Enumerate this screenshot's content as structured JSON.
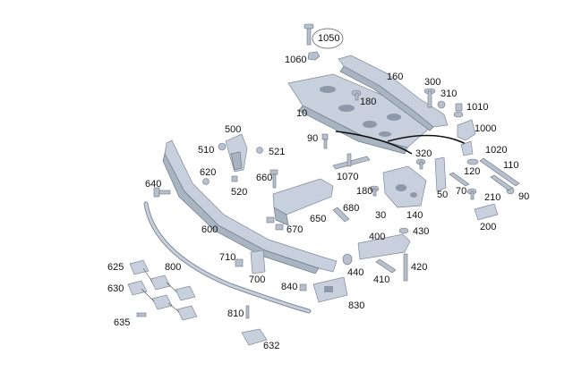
{
  "colors": {
    "part_fill": "#c7d0dc",
    "part_edge": "#7f8a99",
    "background": "#ffffff",
    "text": "#111111"
  },
  "parts": [
    {
      "id": "bolt-1050-callout",
      "label": "1050"
    },
    {
      "id": "nut-1060-callout",
      "label": "1060"
    },
    {
      "id": "bracket-160-callout",
      "label": "160"
    },
    {
      "id": "screw-300-callout",
      "label": "300"
    },
    {
      "id": "nut-310-callout",
      "label": "310"
    },
    {
      "id": "nut-1010-callout",
      "label": "1010"
    },
    {
      "id": "screw-180-top-callout",
      "label": "180"
    },
    {
      "id": "carrier-10-callout",
      "label": "10"
    },
    {
      "id": "bracket-1000-callout",
      "label": "1000"
    },
    {
      "id": "bolt-90-left-callout",
      "label": "90"
    },
    {
      "id": "bracket-500-callout",
      "label": "500"
    },
    {
      "id": "clip-510-callout",
      "label": "510"
    },
    {
      "id": "nut-521-callout",
      "label": "521"
    },
    {
      "id": "clip-1020-callout",
      "label": "1020"
    },
    {
      "id": "screw-320-callout",
      "label": "320"
    },
    {
      "id": "rod-110-callout",
      "label": "110"
    },
    {
      "id": "nut-620-callout",
      "label": "620"
    },
    {
      "id": "bolt-660-callout",
      "label": "660"
    },
    {
      "id": "strip-1070-callout",
      "label": "1070"
    },
    {
      "id": "plate-50-callout",
      "label": "50"
    },
    {
      "id": "screw-120-callout",
      "label": "120"
    },
    {
      "id": "clip-520-callout",
      "label": "520"
    },
    {
      "id": "bolt-640-callout",
      "label": "640"
    },
    {
      "id": "screw-70-callout",
      "label": "70"
    },
    {
      "id": "bolt-90-right-callout",
      "label": "90"
    },
    {
      "id": "screw-180-mid-callout",
      "label": "180"
    },
    {
      "id": "screw-210-callout",
      "label": "210"
    },
    {
      "id": "bolt-680-callout",
      "label": "680"
    },
    {
      "id": "bracket-30-callout",
      "label": "30"
    },
    {
      "id": "insert-140-callout",
      "label": "140"
    },
    {
      "id": "bracket-650-callout",
      "label": "650"
    },
    {
      "id": "holder-200-callout",
      "label": "200"
    },
    {
      "id": "bumper-600-callout",
      "label": "600"
    },
    {
      "id": "clip-670-callout",
      "label": "670"
    },
    {
      "id": "absorber-400-callout",
      "label": "400"
    },
    {
      "id": "screw-430-callout",
      "label": "430"
    },
    {
      "id": "sensor-holder-625-callout",
      "label": "625"
    },
    {
      "id": "trim-800-callout",
      "label": "800"
    },
    {
      "id": "screw-710-callout",
      "label": "710"
    },
    {
      "id": "bolt-420-callout",
      "label": "420"
    },
    {
      "id": "nut-440-callout",
      "label": "440"
    },
    {
      "id": "bracket-700-callout",
      "label": "700"
    },
    {
      "id": "screw-410-callout",
      "label": "410"
    },
    {
      "id": "sensor-holder-630-callout",
      "label": "630"
    },
    {
      "id": "clip-840-callout",
      "label": "840"
    },
    {
      "id": "bracket-830-callout",
      "label": "830"
    },
    {
      "id": "screw-810-callout",
      "label": "810"
    },
    {
      "id": "screw-635-callout",
      "label": "635"
    },
    {
      "id": "holder-632-callout",
      "label": "632"
    }
  ]
}
